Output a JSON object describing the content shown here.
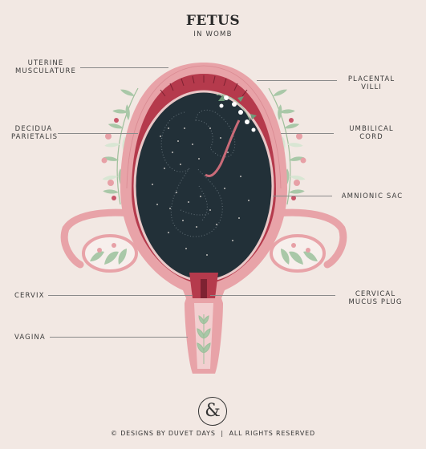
{
  "title": "FETUS",
  "subtitle": "IN WOMB",
  "labels": {
    "uterine_musculature": "UTERINE\nMUSCULATURE",
    "decidua_parietalis": "DECIDUA\nPARIETALIS",
    "cervix": "CERVIX",
    "vagina": "VAGINA",
    "placental_villi": "PLACENTAL\nVILLI",
    "umbilical_cord": "UMBILICAL\nCORD",
    "amnionic_sac": "AMNIONIC SAC",
    "cervical_mucus_plug": "CERVICAL\nMUCUS PLUG"
  },
  "logo_glyph": "&",
  "footer": "© DESIGNS BY DUVET DAYS  |  ALL RIGHTS RESERVED",
  "colors": {
    "background": "#f2e8e3",
    "uterus_pink": "#e8a3a8",
    "uterus_dark": "#c96b78",
    "lining_red": "#b53a4c",
    "sac_dark": "#223038",
    "leaf_green": "#a9c8a8",
    "leaf_pale": "#d8e6d3"
  }
}
